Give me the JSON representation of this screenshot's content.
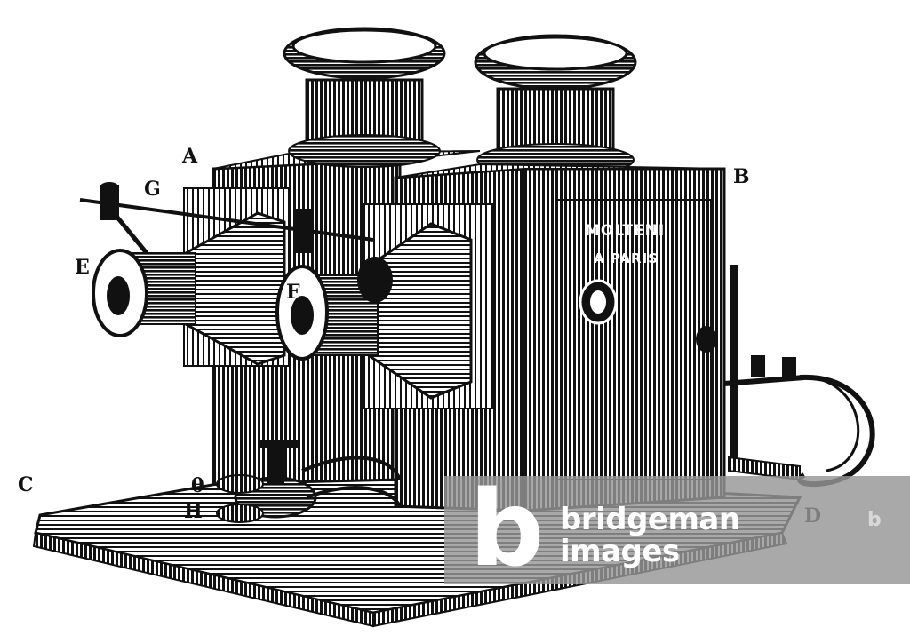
{
  "image": {
    "subject": "Engraving of a double magic lantern projector",
    "style": "black-and-white line engraving",
    "background_color": "#ffffff",
    "ink_color": "#111111"
  },
  "engraving": {
    "maker_plate_line1": "MOLTENI",
    "maker_plate_line2": "A PARIS"
  },
  "labels": {
    "A": "A",
    "B": "B",
    "C": "C",
    "D": "D",
    "E": "E",
    "F": "F",
    "G": "G",
    "H": "H",
    "theta": "θ"
  },
  "watermark": {
    "logo_letter": "b",
    "line1": "bridgeman",
    "line2": "images",
    "small_logo": "b",
    "band_color": "#969696",
    "text_color": "#ffffff"
  }
}
